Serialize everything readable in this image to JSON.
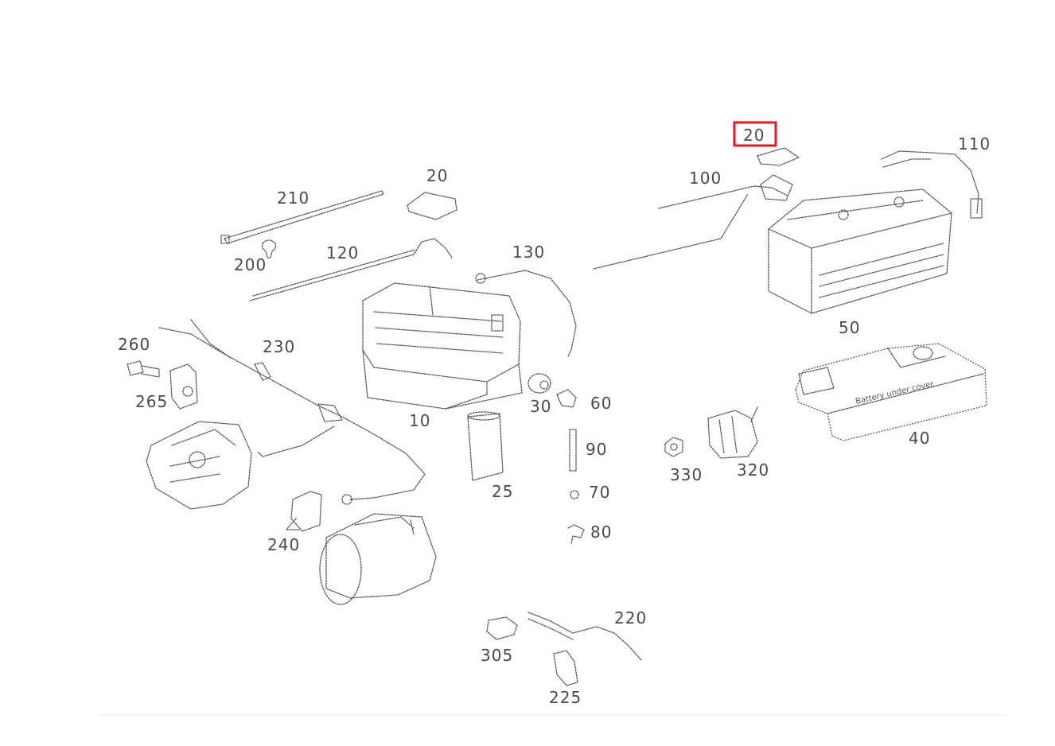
{
  "diagram": {
    "colors": {
      "line": "#555555",
      "label": "#4a4a4a",
      "highlight": "#e8161b"
    },
    "highlighted_callout": "20",
    "battery_cover_text": "Battery under cover",
    "callouts": {
      "c20_top": "20",
      "c110": "110",
      "c100": "100",
      "c210": "210",
      "c20_left": "20",
      "c200": "200",
      "c120": "120",
      "c130": "130",
      "c50": "50",
      "c260": "260",
      "c230": "230",
      "c265": "265",
      "c10": "10",
      "c30": "30",
      "c60": "60",
      "c40": "40",
      "c90": "90",
      "c25": "25",
      "c330": "330",
      "c320": "320",
      "c70": "70",
      "c240": "240",
      "c80": "80",
      "c220": "220",
      "c305": "305",
      "c225": "225"
    }
  }
}
